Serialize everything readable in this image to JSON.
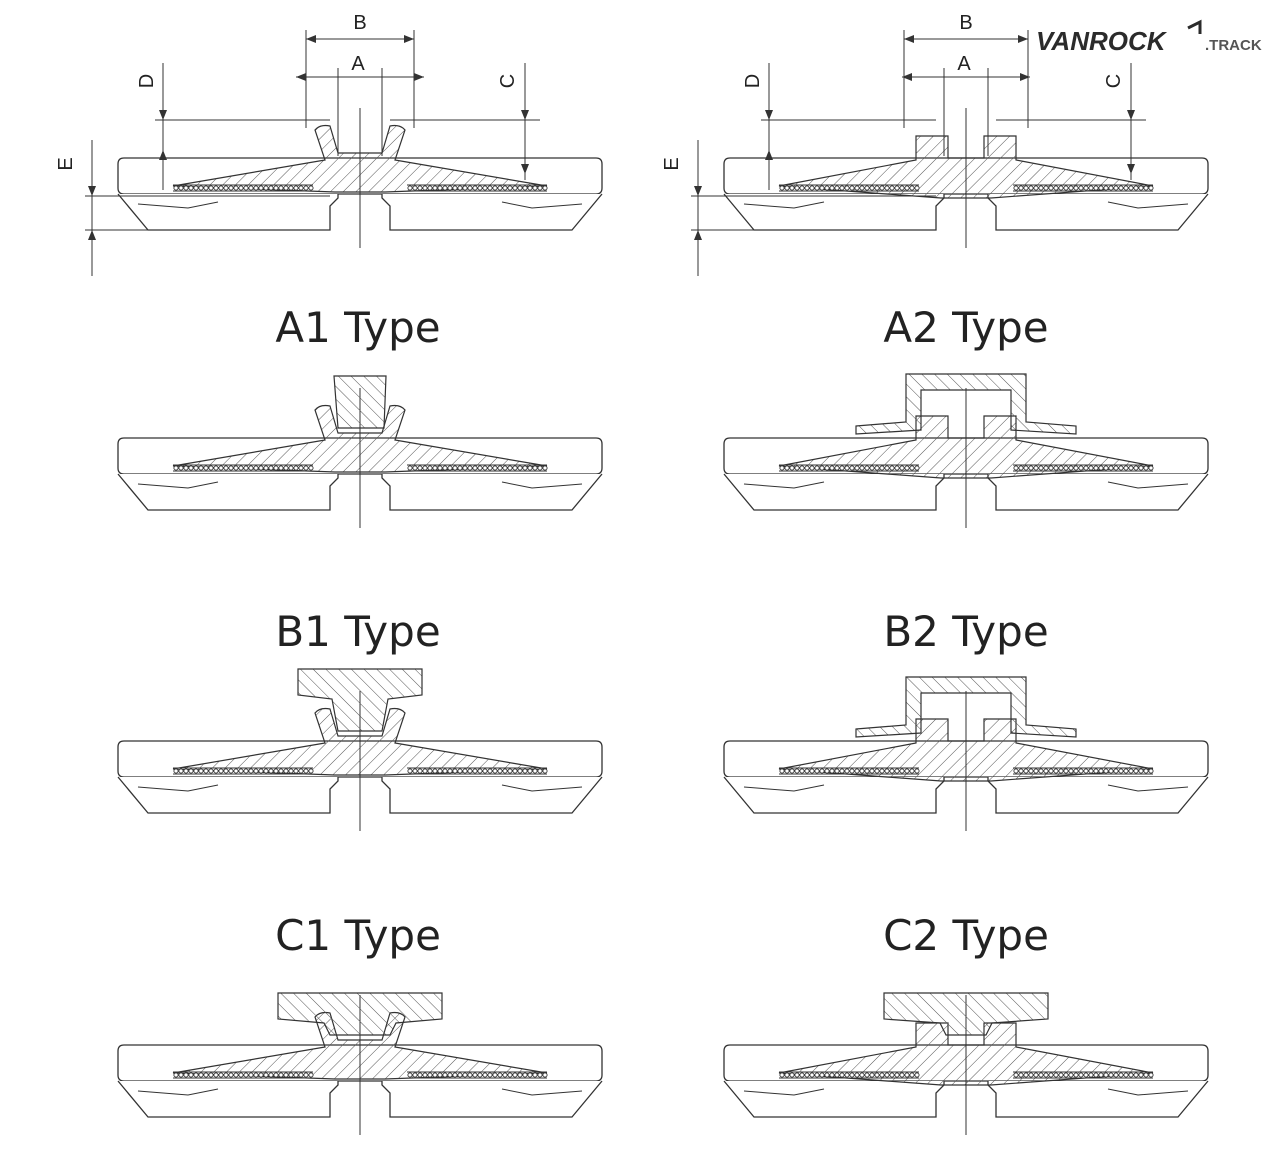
{
  "logo": {
    "main": "VANROCK",
    "suffix": ".TRACK"
  },
  "dimensions": {
    "A": "A",
    "B": "B",
    "C": "C",
    "D": "D",
    "E": "E"
  },
  "types": [
    {
      "id": "A1",
      "label": "A1 Type"
    },
    {
      "id": "A2",
      "label": "A2 Type"
    },
    {
      "id": "B1",
      "label": "B1 Type"
    },
    {
      "id": "B2",
      "label": "B2 Type"
    },
    {
      "id": "C1",
      "label": "C1 Type"
    },
    {
      "id": "C2",
      "label": "C2 Type"
    }
  ],
  "colors": {
    "line": "#333333",
    "hatch": "#555555",
    "text": "#222222"
  }
}
